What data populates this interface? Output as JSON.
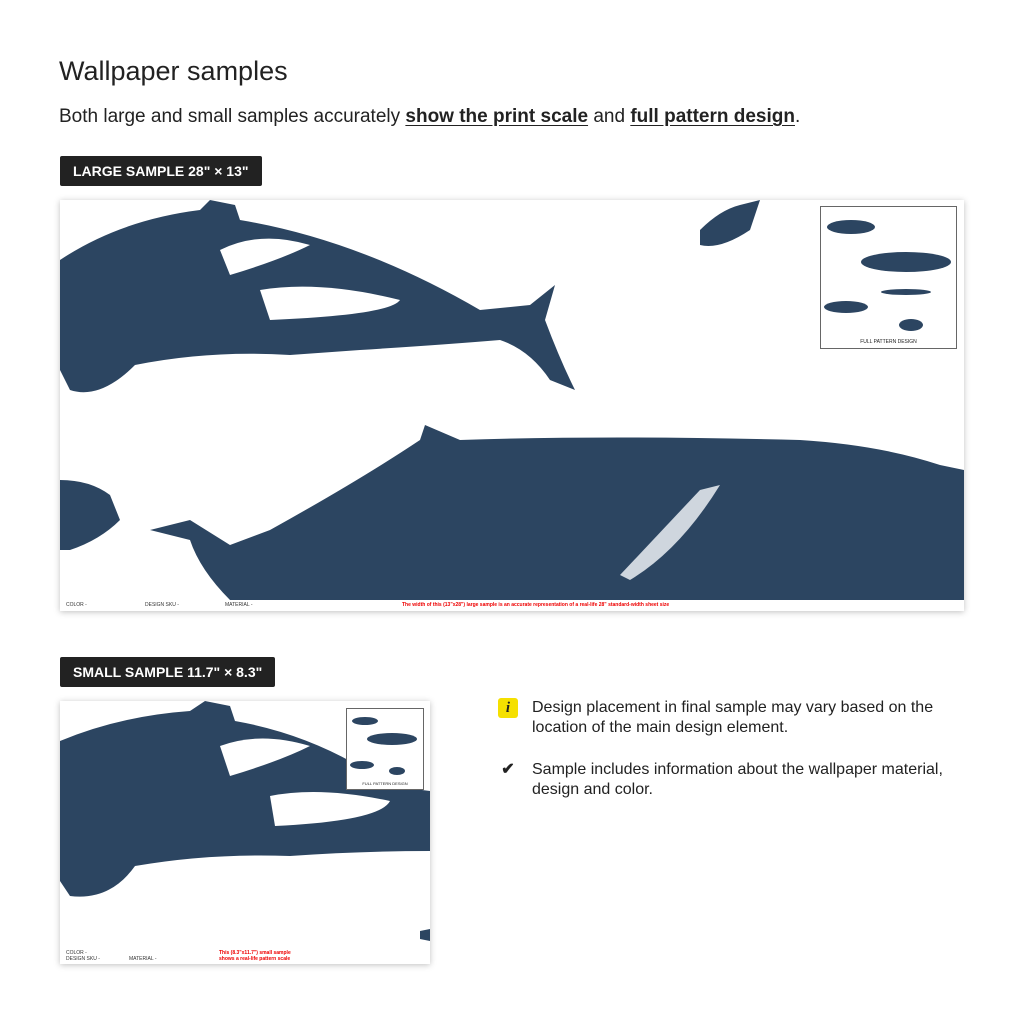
{
  "title": "Wallpaper samples",
  "subtitle": {
    "pre": "Both large and small samples accurately ",
    "link1": "show the print scale",
    "mid": " and ",
    "link2": "full pattern design",
    "post": "."
  },
  "large": {
    "badge": "LARGE SAMPLE 28\" × 13\"",
    "color": "COLOR -",
    "sku": "DESIGN SKU -",
    "material": "MATERIAL -",
    "note": "The width of this (13\"x28\") large sample is an accurate representation of a real-life 28\" standard-width sheet size",
    "inset_caption": "FULL PATTERN DESIGN"
  },
  "small": {
    "badge": "SMALL SAMPLE 11.7\" × 8.3\"",
    "color": "COLOR -",
    "sku": "DESIGN SKU -",
    "material": "MATERIAL -",
    "note1": "This (8.3\"x11.7\") small sample",
    "note2": "shows a real-life pattern scale",
    "inset_caption": "FULL PATTERN DESIGN"
  },
  "notes": [
    {
      "icon": "info-icon",
      "glyph": "i",
      "text": "Design placement in final sample may vary based on the location of the main design element."
    },
    {
      "icon": "check-icon",
      "glyph": "✔",
      "text": "Sample includes information about the wallpaper material, design and color."
    }
  ],
  "colors": {
    "ink": "#2c4561",
    "accent": "#f5e000",
    "note_red": "#e00000"
  }
}
